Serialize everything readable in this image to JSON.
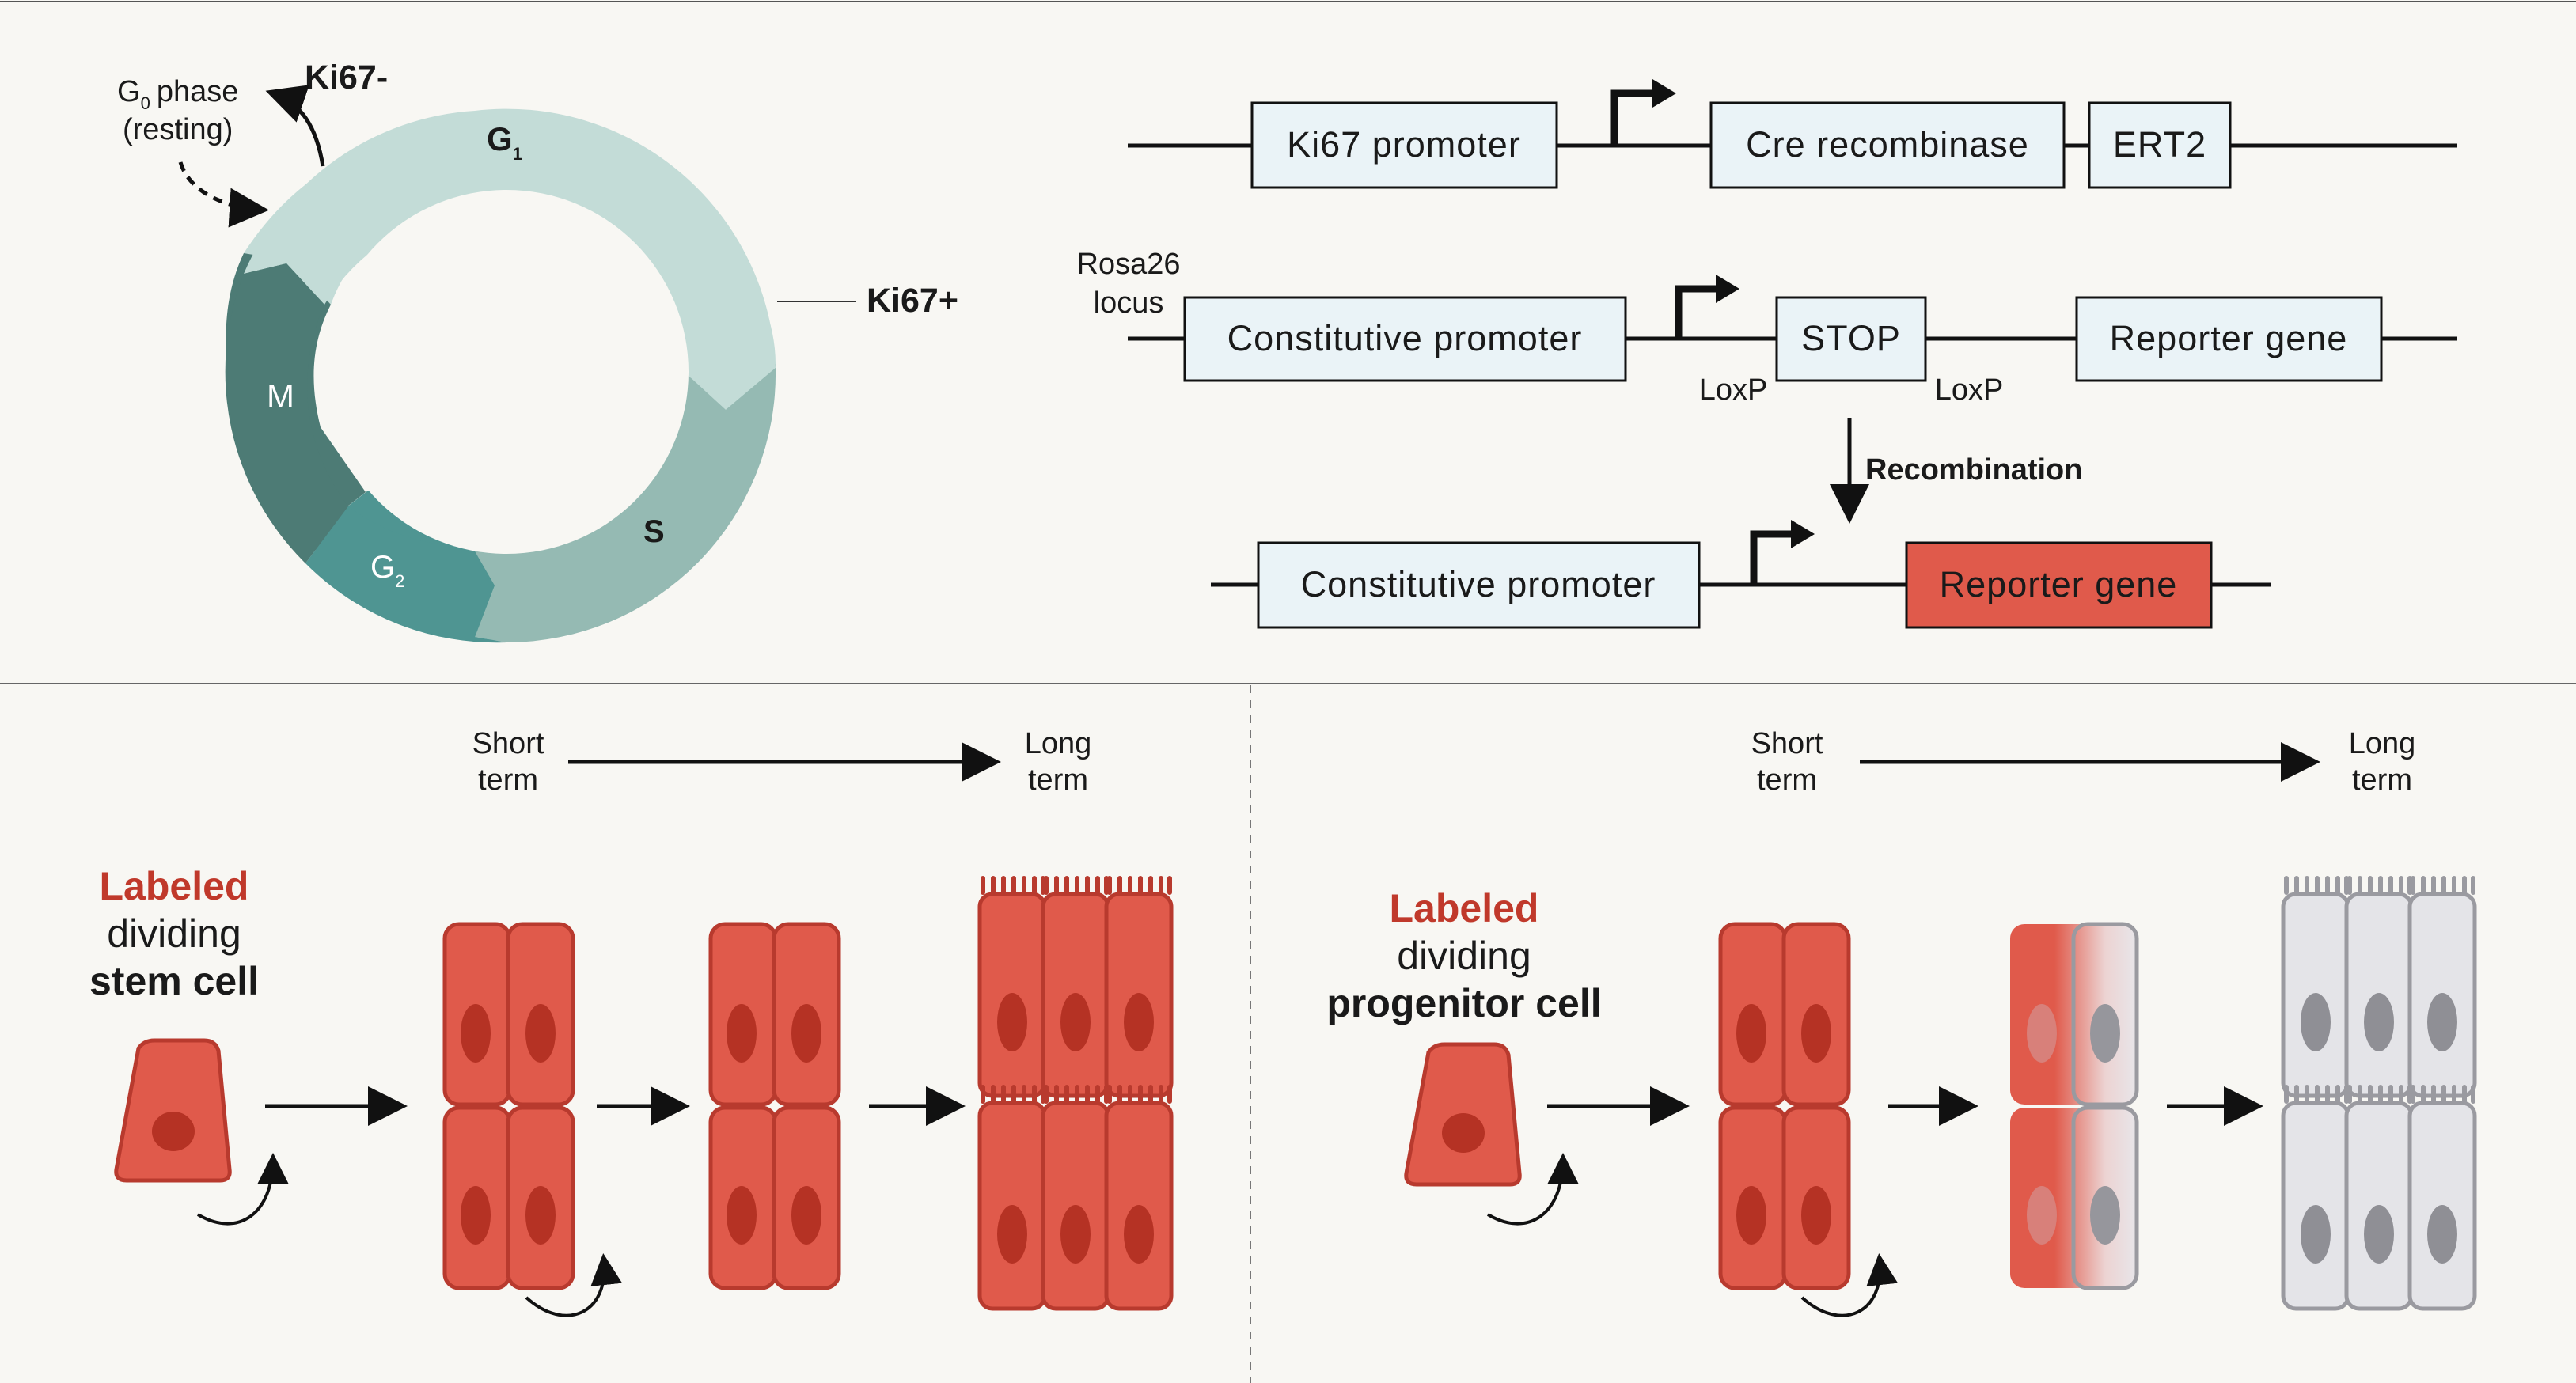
{
  "cell_cycle": {
    "phases": {
      "g1": {
        "letter": "G",
        "sub": "1"
      },
      "s": {
        "letter": "S"
      },
      "g2": {
        "letter": "G",
        "sub": "2"
      },
      "m": {
        "letter": "M"
      }
    },
    "g0_line1_letter": "G",
    "g0_line1_sub": "0",
    "g0_line1_rest": "phase",
    "g0_line2": "(resting)",
    "ki67_minus": "Ki67-",
    "ki67_plus": "Ki67+",
    "colors": {
      "g1": "#c3dcd7",
      "s": "#95bab3",
      "g2": "#4f9592",
      "m": "#4d7b75"
    }
  },
  "constructs": {
    "row1": {
      "promoter": "Ki67 promoter",
      "cre": "Cre recombinase",
      "ert2": "ERT2"
    },
    "row2": {
      "locus_line1": "Rosa26",
      "locus_line2": "locus",
      "promoter": "Constitutive promoter",
      "stop": "STOP",
      "reporter": "Reporter gene",
      "loxp_left": "LoxP",
      "loxp_right": "LoxP"
    },
    "recombination_label": "Recombination",
    "row3": {
      "promoter": "Constitutive promoter",
      "reporter": "Reporter gene"
    },
    "colors": {
      "box": "#eaf3f7",
      "reporter_active": "#e05a4b"
    }
  },
  "lineage": {
    "short_line1": "Short",
    "short_line2": "term",
    "long_line1": "Long",
    "long_line2": "term",
    "stem": {
      "line1": "Labeled",
      "line2": "dividing",
      "line3": "stem cell"
    },
    "progenitor": {
      "line1": "Labeled",
      "line2": "dividing",
      "line3": "progenitor cell"
    },
    "colors": {
      "labeled": "#e05a4b",
      "unlabeled": "#e4e4e8"
    }
  }
}
